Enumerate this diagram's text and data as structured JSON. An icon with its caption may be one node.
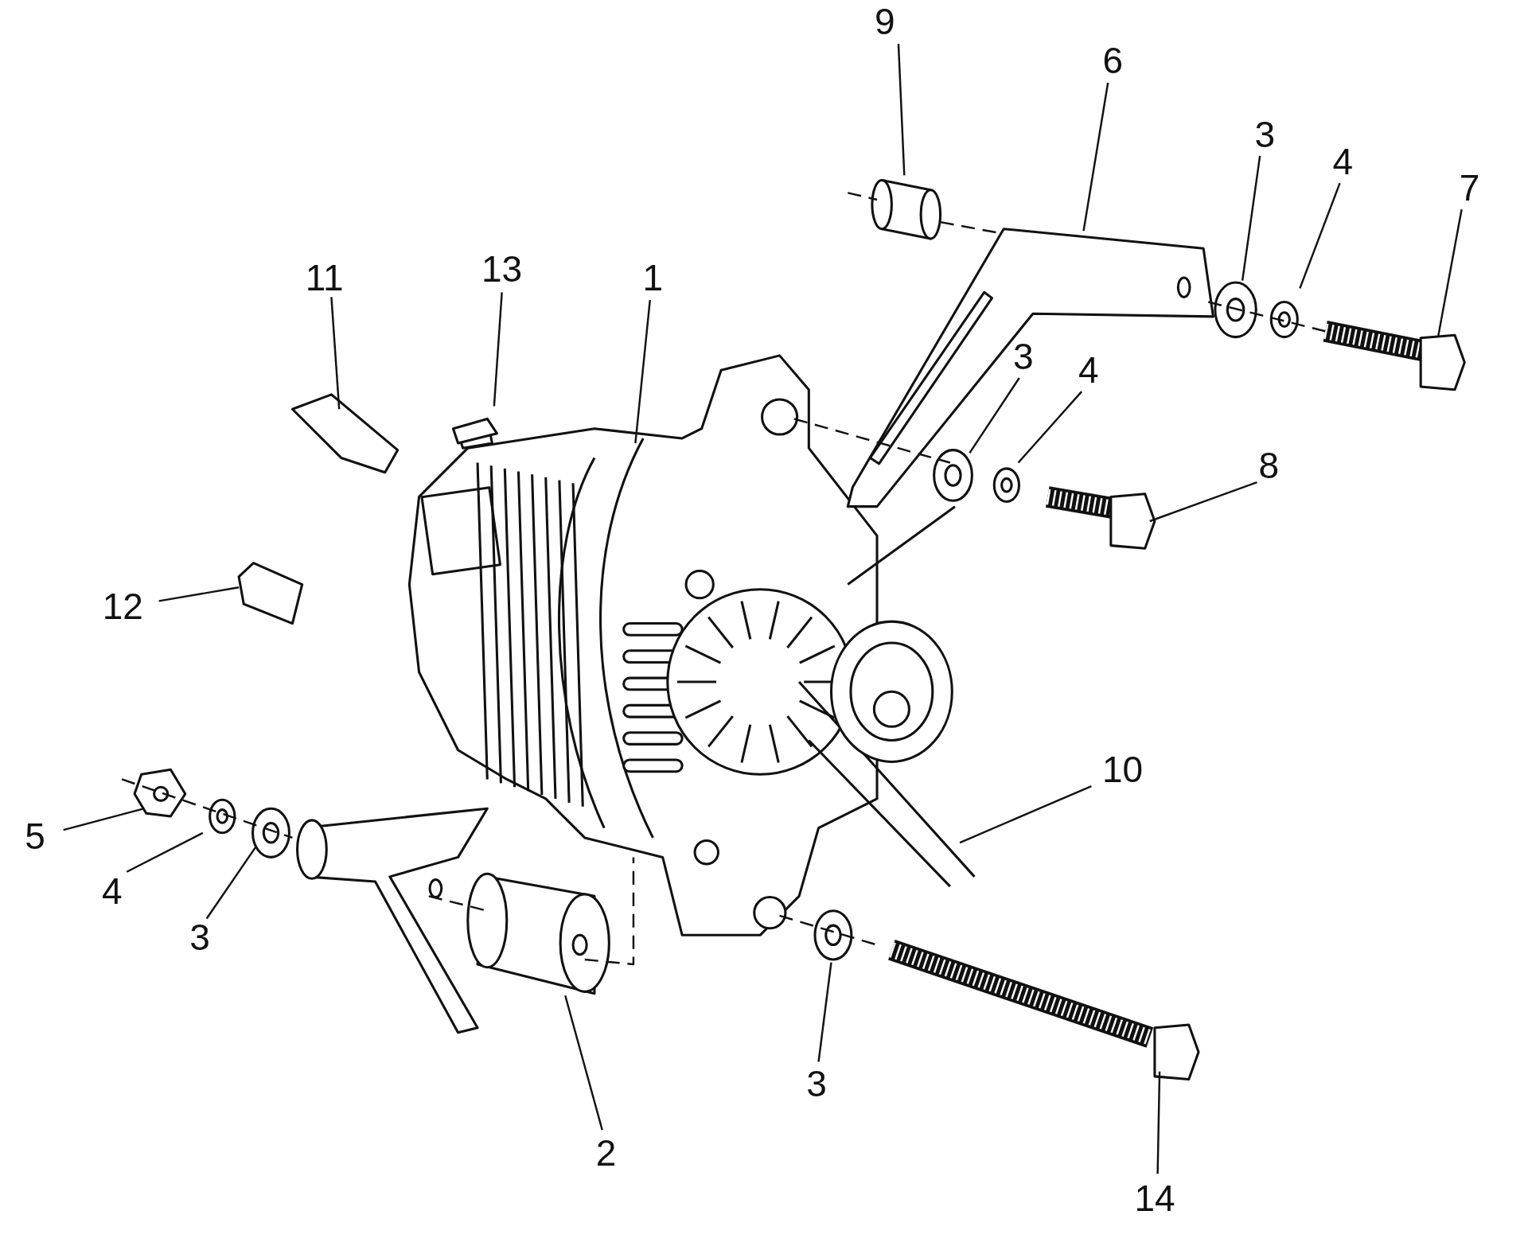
{
  "diagram": {
    "nodes": [
      {
        "text": [
          "9"
        ]
      },
      {
        "text": [
          "6"
        ]
      },
      {
        "text": [
          "3"
        ]
      },
      {
        "text": [
          "4"
        ]
      },
      {
        "text": [
          "7"
        ]
      },
      {
        "text": [
          "11"
        ]
      },
      {
        "text": [
          "13"
        ]
      },
      {
        "text": [
          "1"
        ]
      },
      {
        "text": [
          "3"
        ]
      },
      {
        "text": [
          "4"
        ]
      },
      {
        "text": [
          "8"
        ]
      },
      {
        "text": [
          "12"
        ]
      },
      {
        "text": [
          "10"
        ]
      },
      {
        "text": [
          "5"
        ]
      },
      {
        "text": [
          "4"
        ]
      },
      {
        "text": [
          "3"
        ]
      },
      {
        "text": [
          "2"
        ]
      },
      {
        "text": [
          "3"
        ]
      },
      {
        "text": [
          "14"
        ]
      }
    ],
    "edges": [
      {
        "from": 0,
        "to": null,
        "arrow": "none"
      },
      {
        "from": 1,
        "to": null,
        "arrow": "none"
      },
      {
        "from": 2,
        "to": null,
        "arrow": "none"
      },
      {
        "from": 3,
        "to": null,
        "arrow": "none"
      },
      {
        "from": 4,
        "to": null,
        "arrow": "none"
      },
      {
        "from": 5,
        "to": null,
        "arrow": "none"
      },
      {
        "from": 6,
        "to": null,
        "arrow": "none"
      },
      {
        "from": 7,
        "to": null,
        "arrow": "none"
      },
      {
        "from": 8,
        "to": null,
        "arrow": "none"
      },
      {
        "from": 9,
        "to": null,
        "arrow": "none"
      },
      {
        "from": 10,
        "to": null,
        "arrow": "none"
      },
      {
        "from": 11,
        "to": null,
        "arrow": "none"
      },
      {
        "from": 12,
        "to": null,
        "arrow": "none"
      },
      {
        "from": 13,
        "to": null,
        "arrow": "none"
      },
      {
        "from": 14,
        "to": null,
        "arrow": "none"
      },
      {
        "from": 15,
        "to": null,
        "arrow": "none"
      },
      {
        "from": 16,
        "to": null,
        "arrow": "none"
      },
      {
        "from": 17,
        "to": null,
        "arrow": "none"
      },
      {
        "from": 18,
        "to": null,
        "arrow": "none"
      }
    ]
  }
}
